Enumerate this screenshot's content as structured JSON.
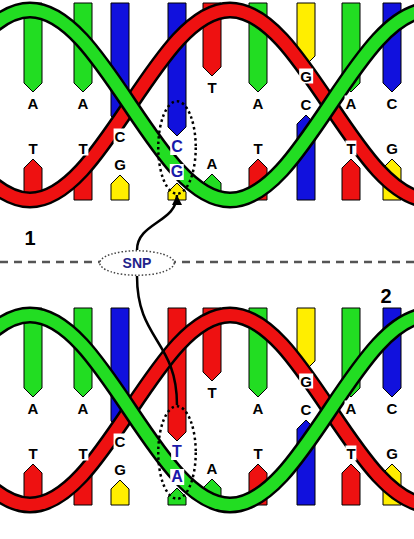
{
  "diagram": {
    "nodes": [
      {
        "text": [
          "C",
          "G"
        ]
      },
      {
        "text": [
          "SNP"
        ]
      },
      {
        "text": [
          "T",
          "A"
        ]
      }
    ],
    "edges": [
      {
        "from": 1,
        "to": 0,
        "arrow": "to"
      },
      {
        "from": 2,
        "to": 1,
        "arrow": "none"
      }
    ],
    "labels": [
      "A",
      "T",
      "A",
      "T",
      "C",
      "G",
      "T",
      "A",
      "A",
      "T",
      "G",
      "C",
      "A",
      "T",
      "C",
      "G",
      "1",
      "2",
      "A",
      "T",
      "A",
      "T",
      "C",
      "G",
      "T",
      "A",
      "A",
      "T",
      "G",
      "C",
      "A",
      "T",
      "C",
      "G"
    ]
  }
}
